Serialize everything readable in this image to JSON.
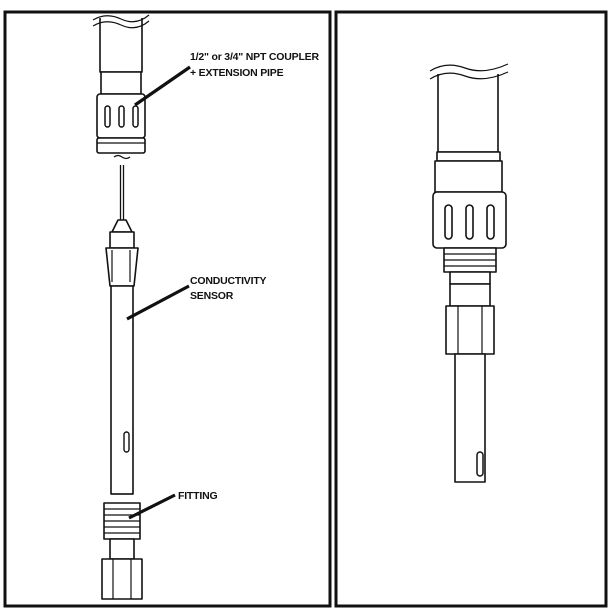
{
  "colors": {
    "ink": "#111111",
    "paper": "#ffffff"
  },
  "left_panel": {
    "labels": {
      "coupler_line1": "1/2\" or 3/4\" NPT COUPLER",
      "coupler_line2": "+ EXTENSION PIPE",
      "sensor_line1": "CONDUCTIVITY",
      "sensor_line2": "SENSOR",
      "fitting": "FITTING"
    }
  },
  "right_panel": {}
}
